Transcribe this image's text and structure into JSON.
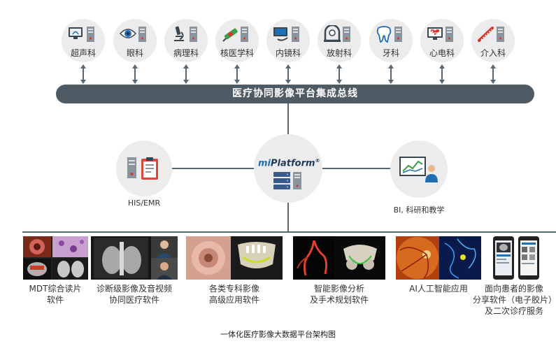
{
  "departments": [
    {
      "label": "超声科",
      "icon": "ultrasound-icon"
    },
    {
      "label": "眼科",
      "icon": "eye-icon"
    },
    {
      "label": "病理科",
      "icon": "microscope-icon"
    },
    {
      "label": "核医学科",
      "icon": "nuclear-medicine-icon"
    },
    {
      "label": "内镜科",
      "icon": "endoscope-icon"
    },
    {
      "label": "放射科",
      "icon": "radiology-icon"
    },
    {
      "label": "牙科",
      "icon": "tooth-icon"
    },
    {
      "label": "心电科",
      "icon": "ecg-icon"
    },
    {
      "label": "介入科",
      "icon": "interventional-icon"
    }
  ],
  "bus": {
    "title": "医疗协同影像平台集成总线"
  },
  "center": {
    "brand_prefix": "mi",
    "brand_name": "Platform",
    "brand_mark": "®"
  },
  "left_node": {
    "label": "HIS/EMR",
    "icon": "clipboard-icon"
  },
  "right_node": {
    "label": "BI, 科研和教学",
    "icon": "presentation-icon"
  },
  "software": [
    {
      "label_line1": "MDT综合读片",
      "label_line2": "软件"
    },
    {
      "label_line1": "诊断级影像及音视频",
      "label_line2": "协同医疗软件"
    },
    {
      "label_line1": "各类专科影像",
      "label_line2": "高级应用软件"
    },
    {
      "label_line1": "智能影像分析",
      "label_line2": "及手术规划软件"
    },
    {
      "label_line1": "AI人工智能应用",
      "label_line2": ""
    },
    {
      "label_line1": "面向患者的影像",
      "label_line2": "分享软件（电子胶片）",
      "label_line3": "及二次诊疗服务"
    }
  ],
  "caption": "一体化医疗影像大数据平台架构图",
  "colors": {
    "bus": "#4f5b64",
    "circle": "#ececec",
    "line": "#5a6670",
    "accent_blue": "#1f6fb5",
    "accent_red": "#d9342b"
  }
}
